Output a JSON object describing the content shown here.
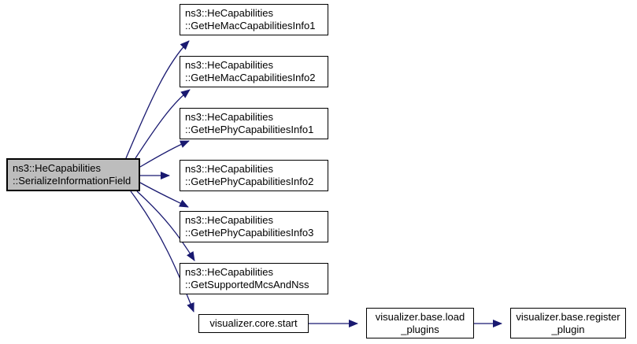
{
  "colors": {
    "edge_color": "#191970",
    "root_fill": "#bdbdbd",
    "node_fill": "#ffffff",
    "node_border": "#000000"
  },
  "nodes": {
    "root": {
      "lines": [
        "ns3::HeCapabilities",
        "::SerializeInformationField"
      ]
    },
    "callees": [
      {
        "lines": [
          "ns3::HeCapabilities",
          "::GetHeMacCapabilitiesInfo1"
        ]
      },
      {
        "lines": [
          "ns3::HeCapabilities",
          "::GetHeMacCapabilitiesInfo2"
        ]
      },
      {
        "lines": [
          "ns3::HeCapabilities",
          "::GetHePhyCapabilitiesInfo1"
        ]
      },
      {
        "lines": [
          "ns3::HeCapabilities",
          "::GetHePhyCapabilitiesInfo2"
        ]
      },
      {
        "lines": [
          "ns3::HeCapabilities",
          "::GetHePhyCapabilitiesInfo3"
        ]
      },
      {
        "lines": [
          "ns3::HeCapabilities",
          "::GetSupportedMcsAndNss"
        ]
      }
    ],
    "chain": [
      {
        "lines": [
          "visualizer.core.start"
        ]
      },
      {
        "lines": [
          "visualizer.base.load",
          "_plugins"
        ]
      },
      {
        "lines": [
          "visualizer.base.register",
          "_plugin"
        ]
      }
    ]
  },
  "edges": [
    {
      "from": "ns3::HeCapabilities::SerializeInformationField",
      "to": "ns3::HeCapabilities::GetHeMacCapabilitiesInfo1"
    },
    {
      "from": "ns3::HeCapabilities::SerializeInformationField",
      "to": "ns3::HeCapabilities::GetHeMacCapabilitiesInfo2"
    },
    {
      "from": "ns3::HeCapabilities::SerializeInformationField",
      "to": "ns3::HeCapabilities::GetHePhyCapabilitiesInfo1"
    },
    {
      "from": "ns3::HeCapabilities::SerializeInformationField",
      "to": "ns3::HeCapabilities::GetHePhyCapabilitiesInfo2"
    },
    {
      "from": "ns3::HeCapabilities::SerializeInformationField",
      "to": "ns3::HeCapabilities::GetHePhyCapabilitiesInfo3"
    },
    {
      "from": "ns3::HeCapabilities::SerializeInformationField",
      "to": "ns3::HeCapabilities::GetSupportedMcsAndNss"
    },
    {
      "from": "ns3::HeCapabilities::SerializeInformationField",
      "to": "visualizer.core.start"
    },
    {
      "from": "visualizer.core.start",
      "to": "visualizer.base.load_plugins"
    },
    {
      "from": "visualizer.base.load_plugins",
      "to": "visualizer.base.register_plugin"
    }
  ]
}
